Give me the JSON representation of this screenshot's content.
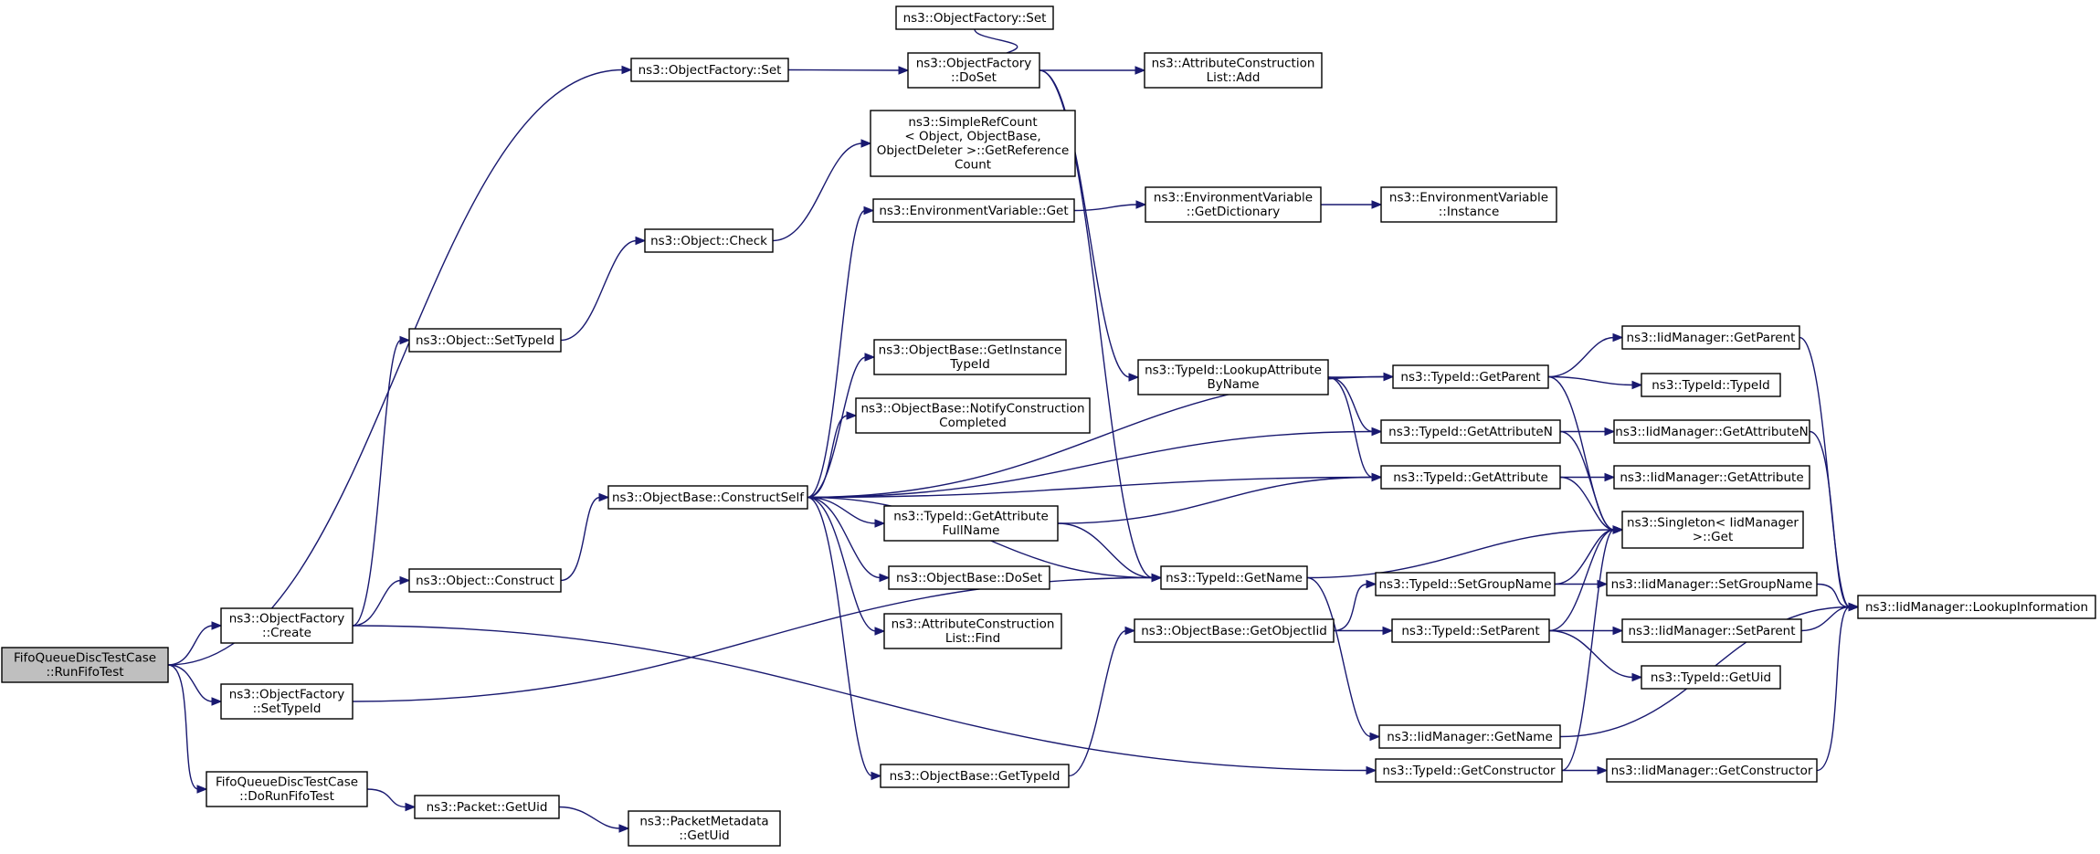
{
  "nodes": [
    {
      "id": "run_fifo",
      "lines": [
        "FifoQueueDiscTestCase",
        "::RunFifoTest"
      ],
      "root": true
    },
    {
      "id": "of_create",
      "lines": [
        "ns3::ObjectFactory",
        "::Create"
      ]
    },
    {
      "id": "of_settypeid",
      "lines": [
        "ns3::ObjectFactory",
        "::SetTypeId"
      ]
    },
    {
      "id": "do_run_fifo",
      "lines": [
        "FifoQueueDiscTestCase",
        "::DoRunFifoTest"
      ]
    },
    {
      "id": "of_set",
      "lines": [
        "ns3::ObjectFactory::Set"
      ]
    },
    {
      "id": "of_set2",
      "lines": [
        "ns3::ObjectFactory::Set"
      ]
    },
    {
      "id": "of_doset",
      "lines": [
        "ns3::ObjectFactory",
        "::DoSet"
      ]
    },
    {
      "id": "acl_add",
      "lines": [
        "ns3::AttributeConstruction",
        "List::Add"
      ]
    },
    {
      "id": "src_getref",
      "lines": [
        "ns3::SimpleRefCount",
        "< Object, ObjectBase,",
        "ObjectDeleter >::GetReference",
        "Count"
      ]
    },
    {
      "id": "obj_check",
      "lines": [
        "ns3::Object::Check"
      ]
    },
    {
      "id": "env_get",
      "lines": [
        "ns3::EnvironmentVariable::Get"
      ]
    },
    {
      "id": "env_getdict",
      "lines": [
        "ns3::EnvironmentVariable",
        "::GetDictionary"
      ]
    },
    {
      "id": "env_instance",
      "lines": [
        "ns3::EnvironmentVariable",
        "::Instance"
      ]
    },
    {
      "id": "obj_settypeid",
      "lines": [
        "ns3::Object::SetTypeId"
      ]
    },
    {
      "id": "ob_getinstancetid",
      "lines": [
        "ns3::ObjectBase::GetInstance",
        "TypeId"
      ]
    },
    {
      "id": "ob_notify",
      "lines": [
        "ns3::ObjectBase::NotifyConstruction",
        "Completed"
      ]
    },
    {
      "id": "ob_constructself",
      "lines": [
        "ns3::ObjectBase::ConstructSelf"
      ]
    },
    {
      "id": "obj_construct",
      "lines": [
        "ns3::Object::Construct"
      ]
    },
    {
      "id": "tid_getattrfull",
      "lines": [
        "ns3::TypeId::GetAttribute",
        "FullName"
      ]
    },
    {
      "id": "ob_doset",
      "lines": [
        "ns3::ObjectBase::DoSet"
      ]
    },
    {
      "id": "acl_find",
      "lines": [
        "ns3::AttributeConstruction",
        "List::Find"
      ]
    },
    {
      "id": "ob_gettypeid",
      "lines": [
        "ns3::ObjectBase::GetTypeId"
      ]
    },
    {
      "id": "tid_lookupattr",
      "lines": [
        "ns3::TypeId::LookupAttribute",
        "ByName"
      ]
    },
    {
      "id": "tid_getname",
      "lines": [
        "ns3::TypeId::GetName"
      ]
    },
    {
      "id": "ob_getobjectiid",
      "lines": [
        "ns3::ObjectBase::GetObjectIid"
      ]
    },
    {
      "id": "tid_getparent",
      "lines": [
        "ns3::TypeId::GetParent"
      ]
    },
    {
      "id": "tid_getattrn",
      "lines": [
        "ns3::TypeId::GetAttributeN"
      ]
    },
    {
      "id": "tid_getattr",
      "lines": [
        "ns3::TypeId::GetAttribute"
      ]
    },
    {
      "id": "tid_setgroupname",
      "lines": [
        "ns3::TypeId::SetGroupName"
      ]
    },
    {
      "id": "tid_setparent",
      "lines": [
        "ns3::TypeId::SetParent"
      ]
    },
    {
      "id": "iid_getname",
      "lines": [
        "ns3::IidManager::GetName"
      ]
    },
    {
      "id": "tid_getconstructor",
      "lines": [
        "ns3::TypeId::GetConstructor"
      ]
    },
    {
      "id": "iid_getparent",
      "lines": [
        "ns3::IidManager::GetParent"
      ]
    },
    {
      "id": "tid_typeid",
      "lines": [
        "ns3::TypeId::TypeId"
      ]
    },
    {
      "id": "iid_getattrn",
      "lines": [
        "ns3::IidManager::GetAttributeN"
      ]
    },
    {
      "id": "iid_getattr",
      "lines": [
        "ns3::IidManager::GetAttribute"
      ]
    },
    {
      "id": "singleton_get",
      "lines": [
        "ns3::Singleton< IidManager",
        ">::Get"
      ]
    },
    {
      "id": "iid_setgroupname",
      "lines": [
        "ns3::IidManager::SetGroupName"
      ]
    },
    {
      "id": "iid_setparent",
      "lines": [
        "ns3::IidManager::SetParent"
      ]
    },
    {
      "id": "tid_getuid",
      "lines": [
        "ns3::TypeId::GetUid"
      ]
    },
    {
      "id": "iid_getconstructor",
      "lines": [
        "ns3::IidManager::GetConstructor"
      ]
    },
    {
      "id": "iid_lookupinfo",
      "lines": [
        "ns3::IidManager::LookupInformation"
      ]
    },
    {
      "id": "pkt_getuid",
      "lines": [
        "ns3::Packet::GetUid"
      ]
    },
    {
      "id": "pktmeta_getuid",
      "lines": [
        "ns3::PacketMetadata",
        "::GetUid"
      ]
    }
  ],
  "edges": [
    [
      "run_fifo",
      "of_set"
    ],
    [
      "run_fifo",
      "of_create"
    ],
    [
      "run_fifo",
      "of_settypeid"
    ],
    [
      "run_fifo",
      "do_run_fifo"
    ],
    [
      "of_set",
      "of_doset"
    ],
    [
      "of_doset",
      "of_set2"
    ],
    [
      "of_doset",
      "acl_add"
    ],
    [
      "of_doset",
      "tid_lookupattr"
    ],
    [
      "of_doset",
      "tid_getname"
    ],
    [
      "of_create",
      "obj_settypeid"
    ],
    [
      "of_create",
      "obj_construct"
    ],
    [
      "of_create",
      "tid_getconstructor"
    ],
    [
      "obj_settypeid",
      "obj_check"
    ],
    [
      "obj_check",
      "src_getref"
    ],
    [
      "obj_construct",
      "ob_constructself"
    ],
    [
      "ob_constructself",
      "env_get"
    ],
    [
      "ob_constructself",
      "tid_getparent"
    ],
    [
      "ob_constructself",
      "tid_getattr"
    ],
    [
      "ob_constructself",
      "ob_getinstancetid"
    ],
    [
      "ob_constructself",
      "ob_notify"
    ],
    [
      "ob_constructself",
      "tid_getattrn"
    ],
    [
      "ob_constructself",
      "tid_getattrfull"
    ],
    [
      "ob_constructself",
      "ob_doset"
    ],
    [
      "ob_constructself",
      "acl_find"
    ],
    [
      "ob_constructself",
      "tid_getname"
    ],
    [
      "ob_constructself",
      "ob_gettypeid"
    ],
    [
      "env_get",
      "env_getdict"
    ],
    [
      "env_getdict",
      "env_instance"
    ],
    [
      "of_settypeid",
      "tid_getname"
    ],
    [
      "do_run_fifo",
      "pkt_getuid"
    ],
    [
      "pkt_getuid",
      "pktmeta_getuid"
    ],
    [
      "tid_getattrfull",
      "tid_getattr"
    ],
    [
      "tid_getattrfull",
      "tid_getname"
    ],
    [
      "ob_gettypeid",
      "ob_getobjectiid"
    ],
    [
      "ob_getobjectiid",
      "tid_setgroupname"
    ],
    [
      "ob_getobjectiid",
      "tid_setparent"
    ],
    [
      "tid_lookupattr",
      "tid_getparent"
    ],
    [
      "tid_lookupattr",
      "tid_getattrn"
    ],
    [
      "tid_lookupattr",
      "tid_getattr"
    ],
    [
      "tid_getname",
      "singleton_get"
    ],
    [
      "tid_getname",
      "iid_getname"
    ],
    [
      "tid_getparent",
      "iid_getparent"
    ],
    [
      "tid_getparent",
      "tid_typeid"
    ],
    [
      "tid_getparent",
      "singleton_get"
    ],
    [
      "tid_getattrn",
      "iid_getattrn"
    ],
    [
      "tid_getattrn",
      "singleton_get"
    ],
    [
      "tid_getattr",
      "iid_getattr"
    ],
    [
      "tid_getattr",
      "singleton_get"
    ],
    [
      "tid_setgroupname",
      "iid_setgroupname"
    ],
    [
      "tid_setgroupname",
      "singleton_get"
    ],
    [
      "tid_setparent",
      "iid_setparent"
    ],
    [
      "tid_setparent",
      "tid_getuid"
    ],
    [
      "tid_setparent",
      "singleton_get"
    ],
    [
      "tid_getconstructor",
      "iid_getconstructor"
    ],
    [
      "tid_getconstructor",
      "singleton_get"
    ],
    [
      "iid_getname",
      "iid_lookupinfo"
    ],
    [
      "iid_getparent",
      "iid_lookupinfo"
    ],
    [
      "iid_getattrn",
      "iid_lookupinfo"
    ],
    [
      "iid_setgroupname",
      "iid_lookupinfo"
    ],
    [
      "iid_setparent",
      "iid_lookupinfo"
    ],
    [
      "iid_getconstructor",
      "iid_lookupinfo"
    ]
  ]
}
